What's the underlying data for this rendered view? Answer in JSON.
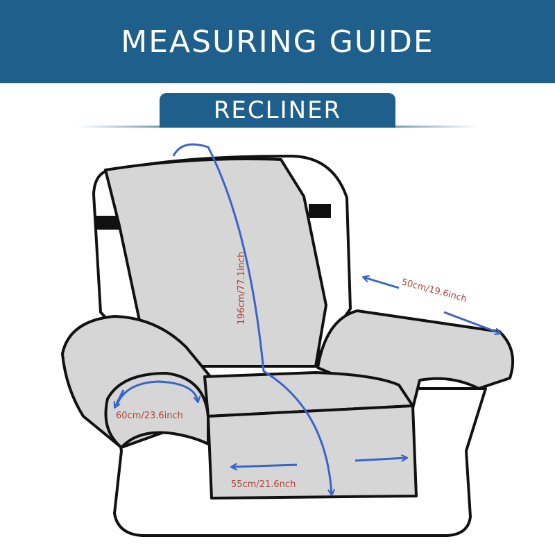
{
  "header": {
    "title": "MEASURING GUIDE"
  },
  "tab": {
    "label": "RECLINER"
  },
  "measurements": {
    "back_length": "196cm/77.1inch",
    "arm_depth": "50cm/19.6inch",
    "arm_wrap": "60cm/23.6inch",
    "seat_width": "55cm/21.6nch"
  },
  "colors": {
    "banner": "#1f5f8b",
    "cover": "#d6d6d6",
    "outline": "#111111",
    "arrow": "#3a63c9",
    "label": "#b0443a"
  }
}
